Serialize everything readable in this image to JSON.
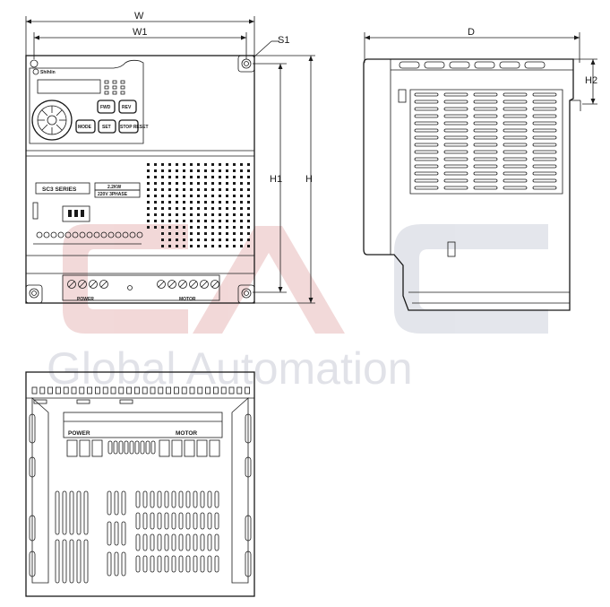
{
  "dimensions": {
    "width": "W",
    "width_mount": "W1",
    "screw": "S1",
    "height_mount": "H1",
    "height": "H",
    "depth": "D",
    "height_offset": "H2"
  },
  "front_panel": {
    "brand": "Shihlin",
    "keys": [
      "FWD",
      "REV",
      "MODE",
      "SET",
      "STOP RESET"
    ],
    "series_label": "SC3 SERIES",
    "power_rating": "2.2KW",
    "voltage_rating": "220V 3PHASE",
    "terminal_power_label": "POWER",
    "terminal_motor_label": "MOTOR"
  },
  "bottom_view": {
    "terminal_power_label": "POWER",
    "terminal_motor_label": "MOTOR"
  },
  "watermark": {
    "logo": "GAC",
    "text": "Global Automation",
    "colors": {
      "red": "#e8b9b9",
      "blue": "#cdd1dc"
    }
  }
}
